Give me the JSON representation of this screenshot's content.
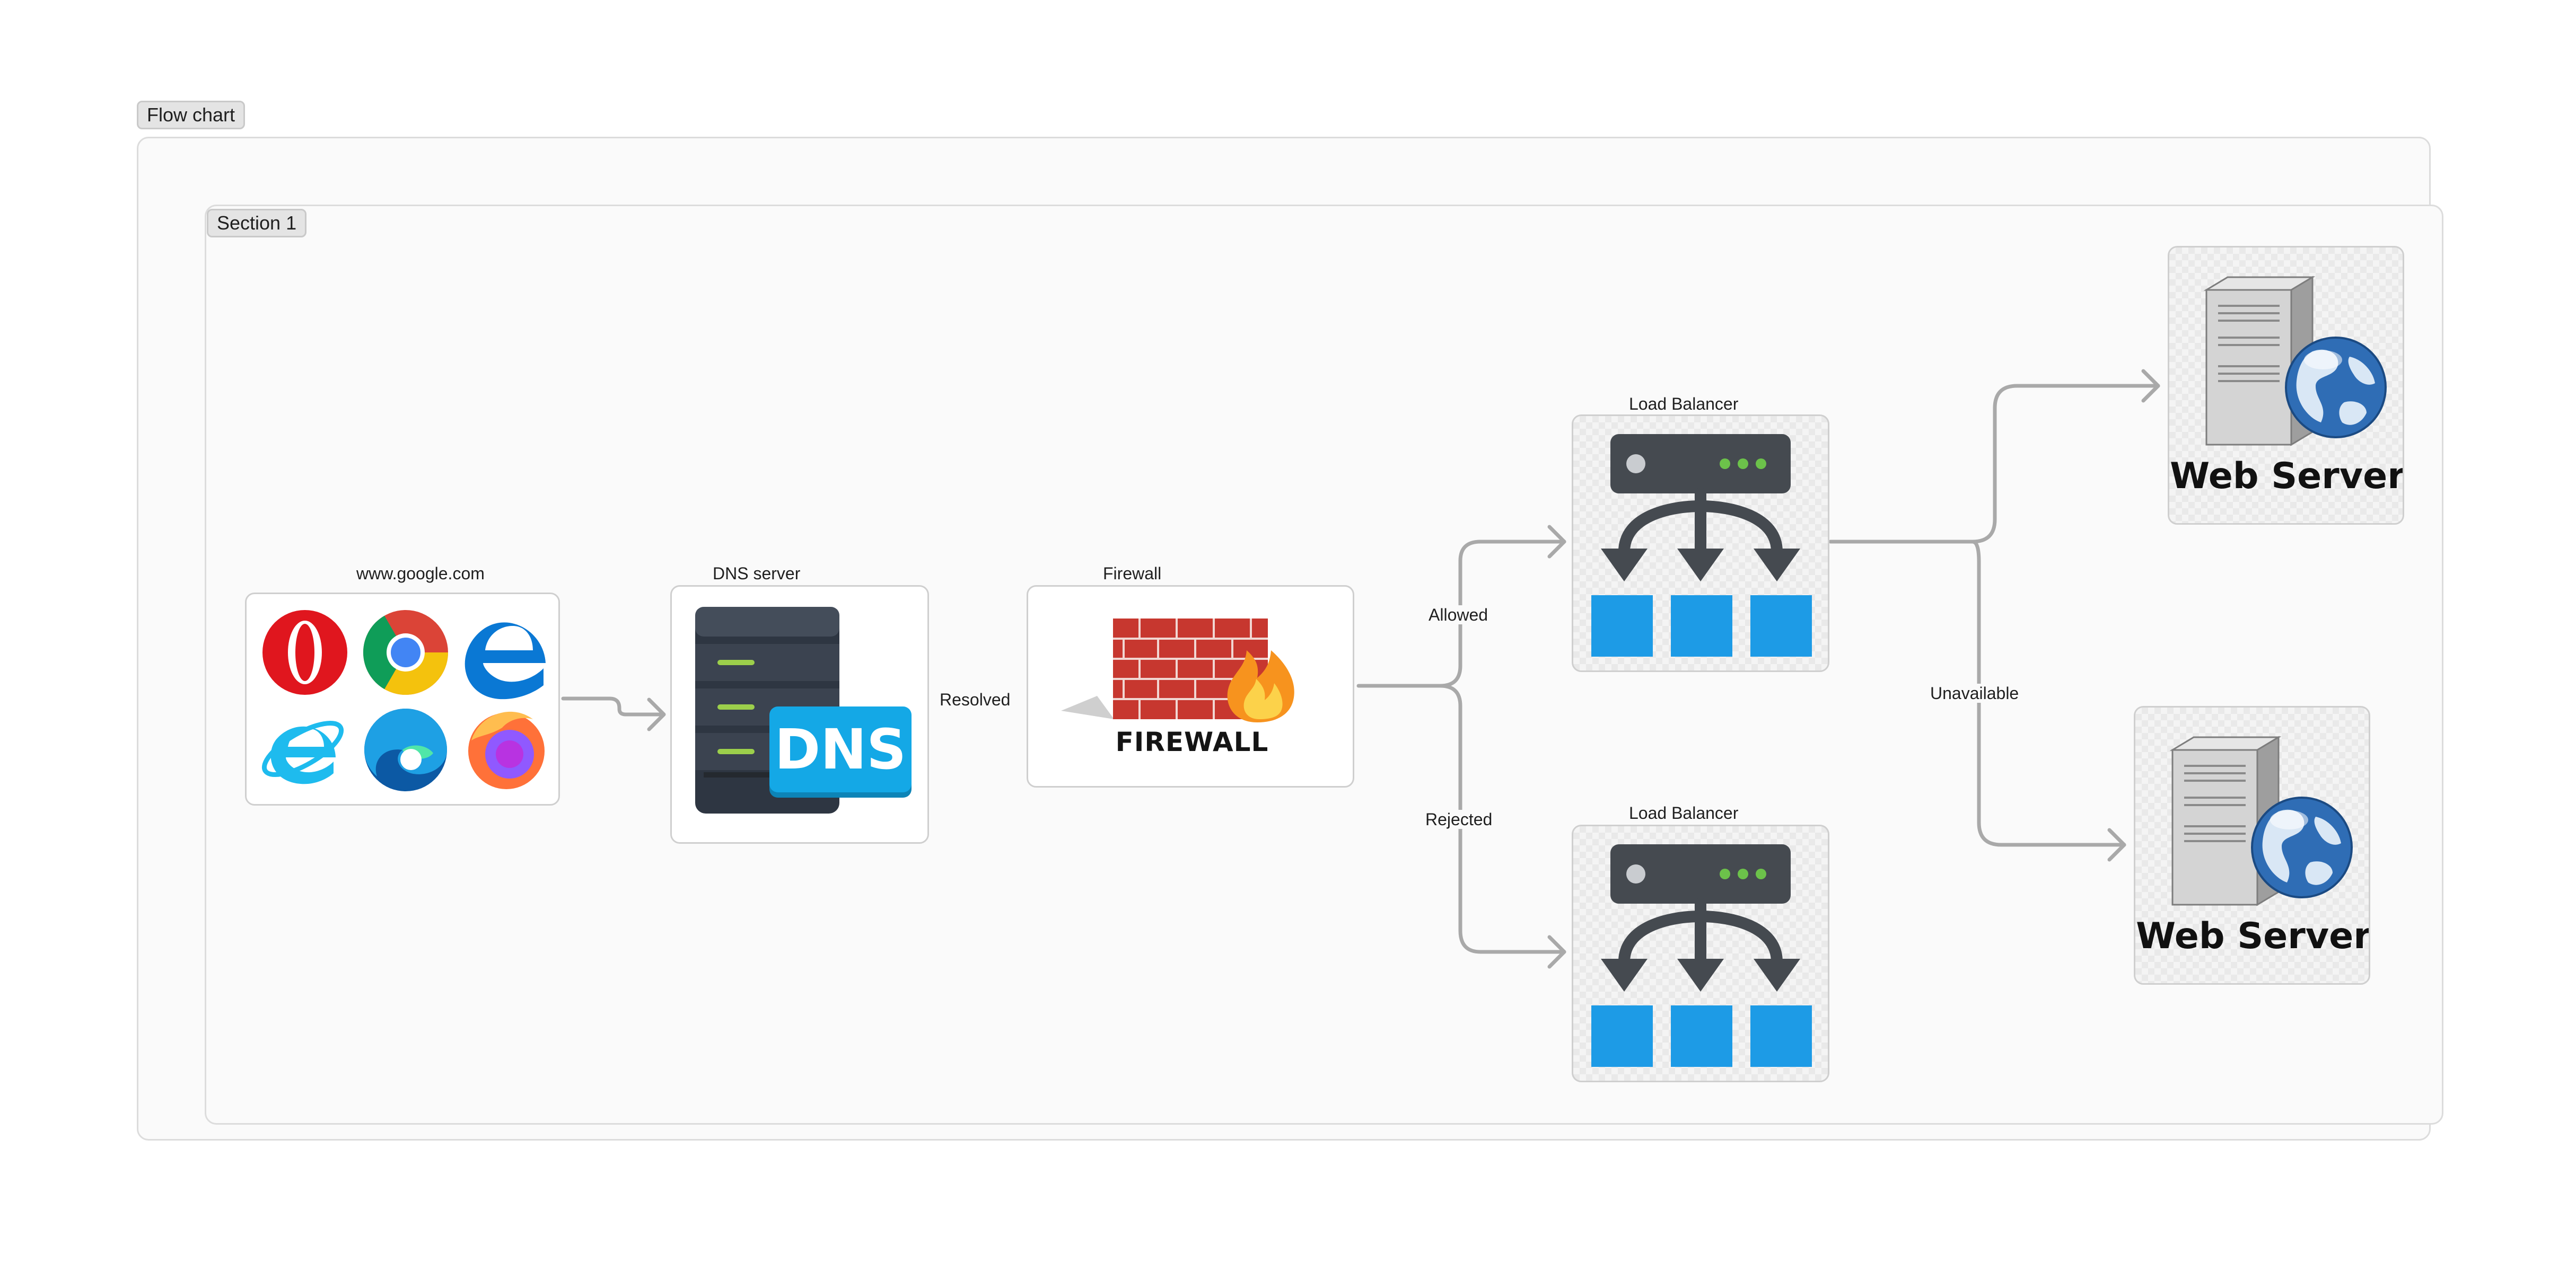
{
  "frames": {
    "outer_title": "Flow chart",
    "inner_title": "Section 1"
  },
  "nodes": {
    "browsers": {
      "label": "www.google.com",
      "icons": [
        "opera-icon",
        "chrome-icon",
        "edge-legacy-icon",
        "internet-explorer-icon",
        "edge-icon",
        "firefox-icon"
      ]
    },
    "dns": {
      "label": "DNS server",
      "badge_text": "DNS"
    },
    "firewall": {
      "label": "Firewall",
      "caption": "FIREWALL"
    },
    "lb_top": {
      "label": "Load Balancer"
    },
    "lb_bottom": {
      "label": "Load Balancer"
    },
    "web_top": {
      "caption": "Web Server"
    },
    "web_bottom": {
      "caption": "Web Server"
    }
  },
  "edges": {
    "dns_to_firewall": "Resolved",
    "firewall_to_lb_top": "Allowed",
    "firewall_to_lb_bottom": "Rejected",
    "lb_to_web_bottom": "Unavailable"
  },
  "colors": {
    "edge": "#a9a9a9",
    "lb_body": "#454a50",
    "lb_led": "#6cc24a",
    "lb_box": "#1d9be6",
    "dns_badge": "#14a8e6",
    "brick": "#c7372f"
  }
}
